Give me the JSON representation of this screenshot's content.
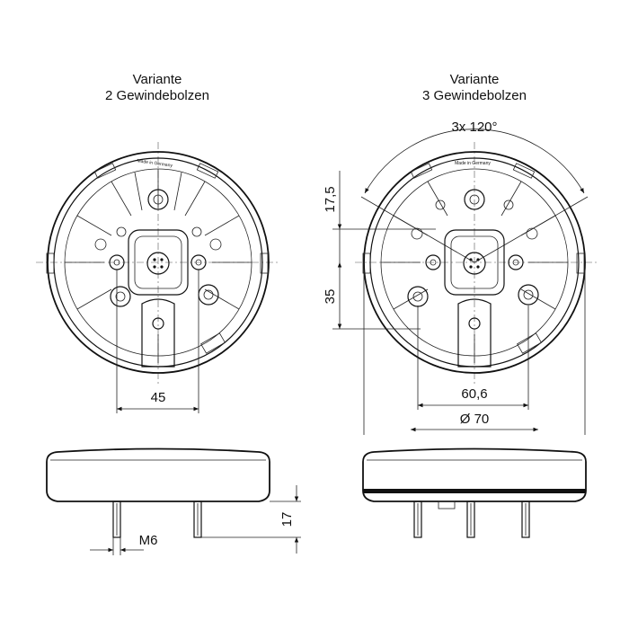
{
  "left_view": {
    "title_line1": "Variante",
    "title_line2": "2 Gewindebolzen",
    "label_made_in": "Made in Germany",
    "dim_bolt_spacing": "45",
    "dim_thread": "M6",
    "dim_bolt_length": "17"
  },
  "right_view": {
    "title_line1": "Variante",
    "title_line2": "3 Gewindebolzen",
    "label_made_in": "Made in Germany",
    "dim_angle": "3x 120°",
    "dim_top_offset": "17,5",
    "dim_bottom_offset": "35",
    "dim_pitch_diameter": "60,6",
    "dim_outer_diameter": "Ø 70"
  }
}
